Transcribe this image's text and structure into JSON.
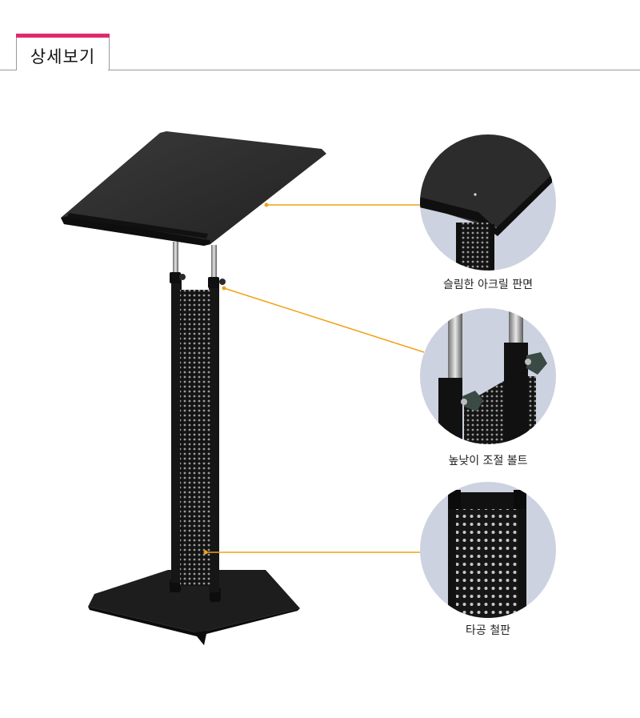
{
  "header": {
    "title": "상세보기"
  },
  "details": [
    {
      "label": "슬림한 아크릴 판면"
    },
    {
      "label": "높낮이 조절 볼트"
    },
    {
      "label": "타공 철판"
    }
  ],
  "colors": {
    "accent": "#e0296b",
    "callout_line": "#f2a117",
    "circle_bg": "#cdd2e0",
    "product": "#1b1b1b"
  }
}
